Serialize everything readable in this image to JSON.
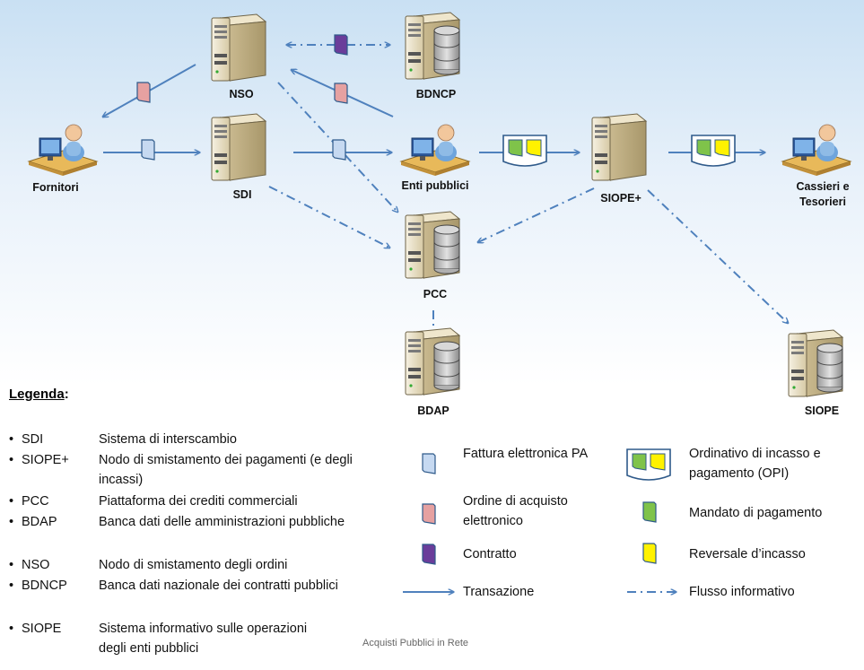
{
  "nodes": {
    "nso": "NSO",
    "bdncp": "BDNCP",
    "fornitori": "Fornitori",
    "sdi": "SDI",
    "enti": "Enti pubblici",
    "siope_plus": "SIOPE+",
    "cassieri": "Cassieri e\nTesorieri",
    "pcc": "PCC",
    "bdap": "BDAP",
    "siope": "SIOPE"
  },
  "legend": {
    "title": "Legenda",
    "title_colon": ":",
    "entries": [
      {
        "abbr": "SDI",
        "desc": "Sistema di interscambio"
      },
      {
        "abbr": "SIOPE+",
        "desc": "Nodo di smistamento dei pagamenti (e degli incassi)"
      },
      {
        "abbr": "PCC",
        "desc": "Piattaforma  dei crediti commerciali"
      },
      {
        "abbr": "BDAP",
        "desc": "Banca dati delle amministrazioni pubbliche"
      },
      {
        "abbr": "NSO",
        "desc": "Nodo di smistamento degli ordini"
      },
      {
        "abbr": "BDNCP",
        "desc": "Banca dati nazionale dei contratti pubblici"
      },
      {
        "abbr": "SIOPE",
        "desc": "Sistema informativo sulle operazioni degli enti pubblici"
      }
    ],
    "symbols": {
      "fattura": "Fattura elettronica PA",
      "ordine": "Ordine di acquisto elettronico",
      "contratto": "Contratto",
      "transazione": "Transazione",
      "opi": "Ordinativo di incasso e pagamento (OPI)",
      "mandato": "Mandato di pagamento",
      "reversale": "Reversale d’incasso",
      "flusso": "Flusso informativo"
    }
  },
  "watermark": "Acquisti Pubblici in Rete",
  "colors": {
    "arrow": "#4f81bd",
    "fattura": "#c6d9f1",
    "ordine": "#e6a1a1",
    "contratto": "#6a3d9a",
    "mandato": "#7fc34a",
    "reversale": "#fff200",
    "server_body": "#e8dfc6"
  }
}
